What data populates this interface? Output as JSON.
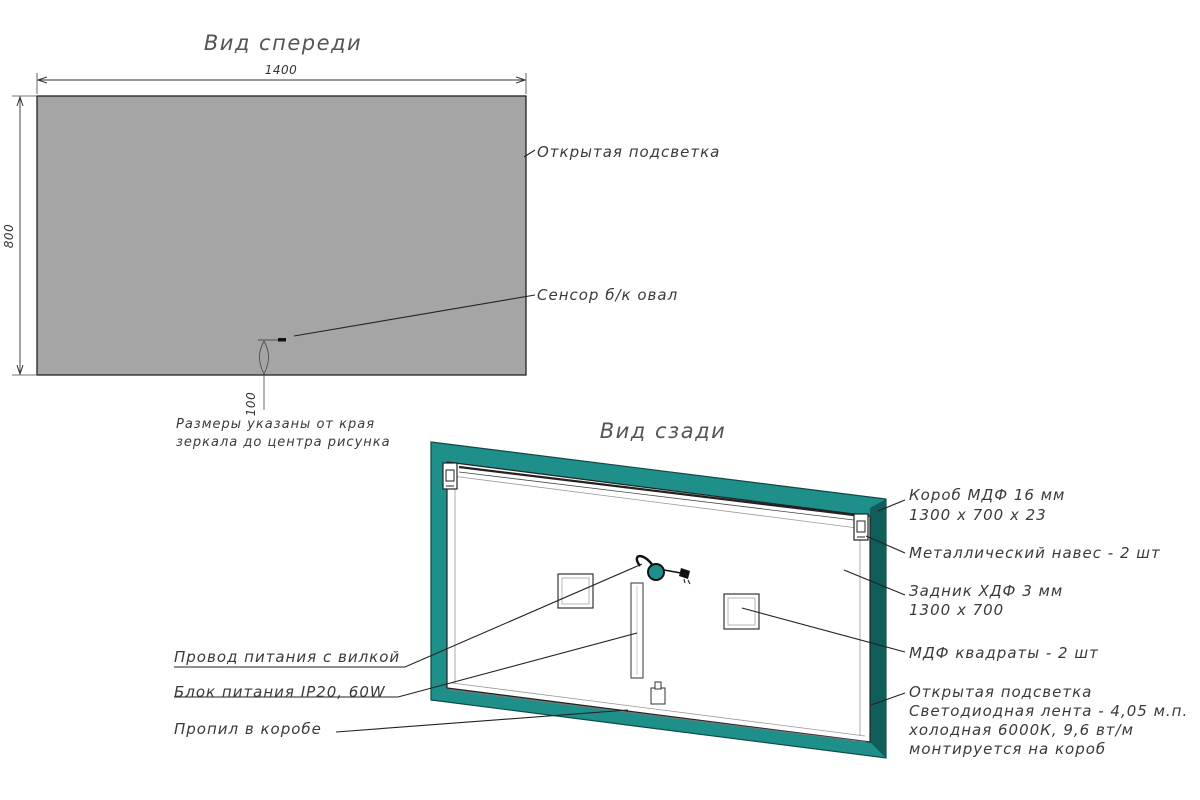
{
  "front_view": {
    "title": "Вид спереди",
    "width_dim": "1400",
    "height_dim": "800",
    "sensor_offset_dim": "100",
    "note_line1": "Размеры указаны от края",
    "note_line2": "зеркала до центра рисунка",
    "callouts": {
      "open_backlight": "Открытая подсветка",
      "sensor": "Сенсор б/к овал"
    }
  },
  "back_view": {
    "title": "Вид сзади",
    "callouts": {
      "box_line1": "Короб МДФ 16 мм",
      "box_line2": "1300 х 700 х 23",
      "hanger": "Металлический навес - 2 шт",
      "back_line1": "Задник ХДФ 3 мм",
      "back_line2": "1300 х 700",
      "mdf_squares": "МДФ квадраты - 2 шт",
      "backlight_line1": "Открытая подсветка",
      "backlight_line2": "Светодиодная лента - 4,05 м.п.",
      "backlight_line3": "холодная 6000К, 9,6 вт/м",
      "backlight_line4": "монтируется на короб",
      "power_cord": "Провод питания с вилкой",
      "power_unit": "Блок питания IP20, 60W",
      "cutout": "Пропил в коробе"
    }
  },
  "colors": {
    "mirror_fill": "#a5a5a5",
    "frame_teal": "#1e8f89",
    "frame_dark": "#0f5e5a"
  }
}
